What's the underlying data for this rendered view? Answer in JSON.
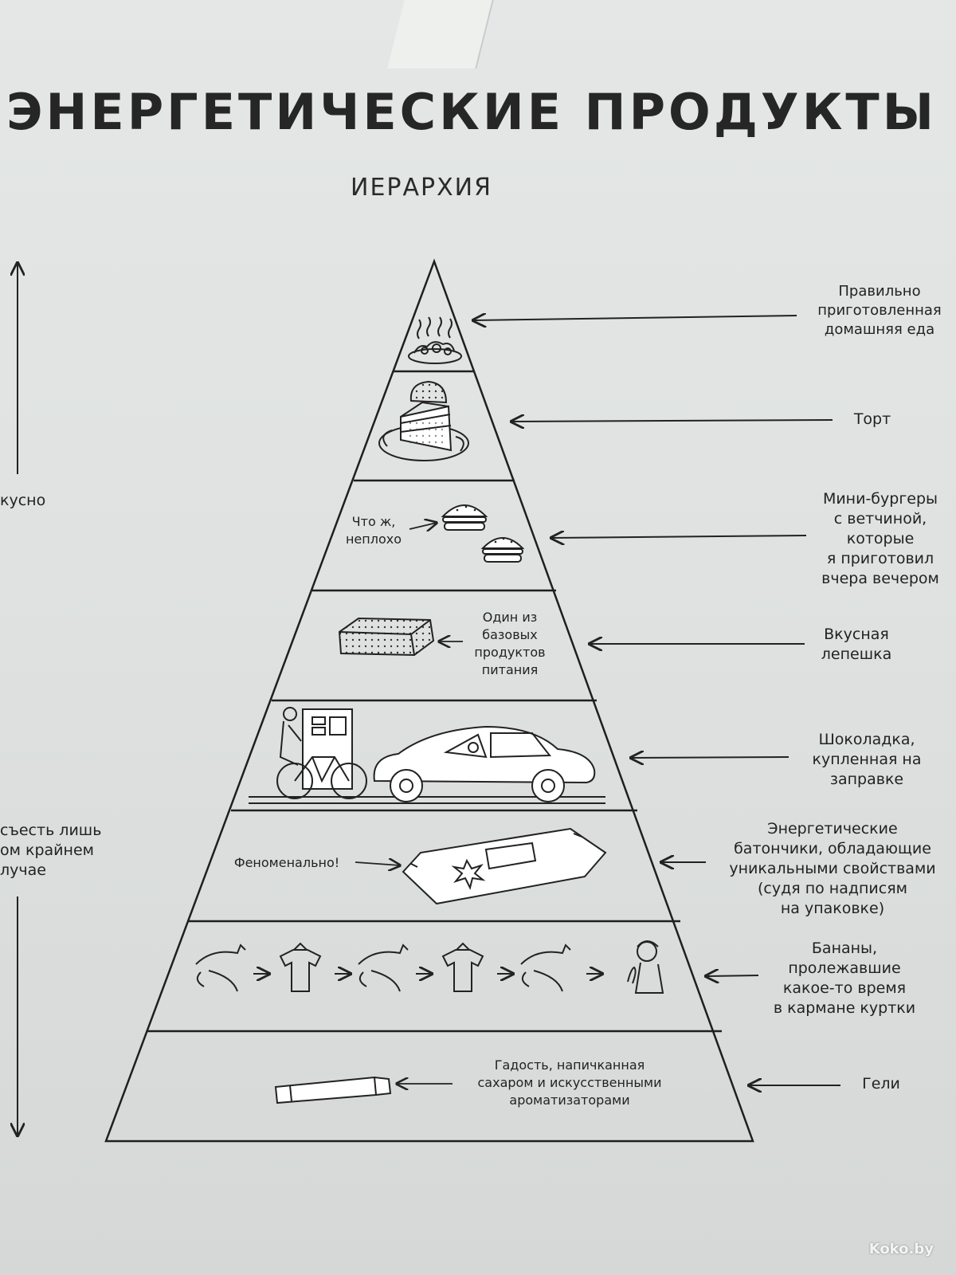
{
  "title": "ЭНЕРГЕТИЧЕСКИЕ ПРОДУКТЫ",
  "subtitle": "ИЕРАРХИЯ",
  "axis": {
    "top_label": "кусно",
    "bottom_label": "съесть лишь\nом крайнем\nлучае"
  },
  "levels": [
    {
      "label": "Правильно\nприготовленная\nдомашняя еда",
      "icon": "steaming-plate-icon"
    },
    {
      "label": "Торт",
      "icon": "cake-slice-icon"
    },
    {
      "label": "Мини-бургеры\nс ветчиной,\nкоторые\nя приготовил\nвчера вечером",
      "icon": "mini-burgers-icon",
      "note": "Что ж,\nнеплохо"
    },
    {
      "label": "Вкусная\nлепешка",
      "icon": "flatbread-icon",
      "note": "Один из\nбазовых\nпродуктов\nпитания"
    },
    {
      "label": "Шоколадка,\nкупленная на\nзаправке",
      "icon": "gas-station-scene-icon"
    },
    {
      "label": "Энергетические\nбатончики, обладающие\nуникальными свойствами\n(судя по надписям\nна упаковке)",
      "icon": "energy-bar-icon",
      "note": "Феноменально!"
    },
    {
      "label": "Бананы,\nпролежавшие\nкакое-то время\nв кармане куртки",
      "icon": "banana-sequence-icon"
    },
    {
      "label": "Гели",
      "icon": "gel-tube-icon",
      "note": "Гадость, напичканная\nсахаром и искусственными\nароматизаторами"
    }
  ],
  "watermark": "Koko.by"
}
